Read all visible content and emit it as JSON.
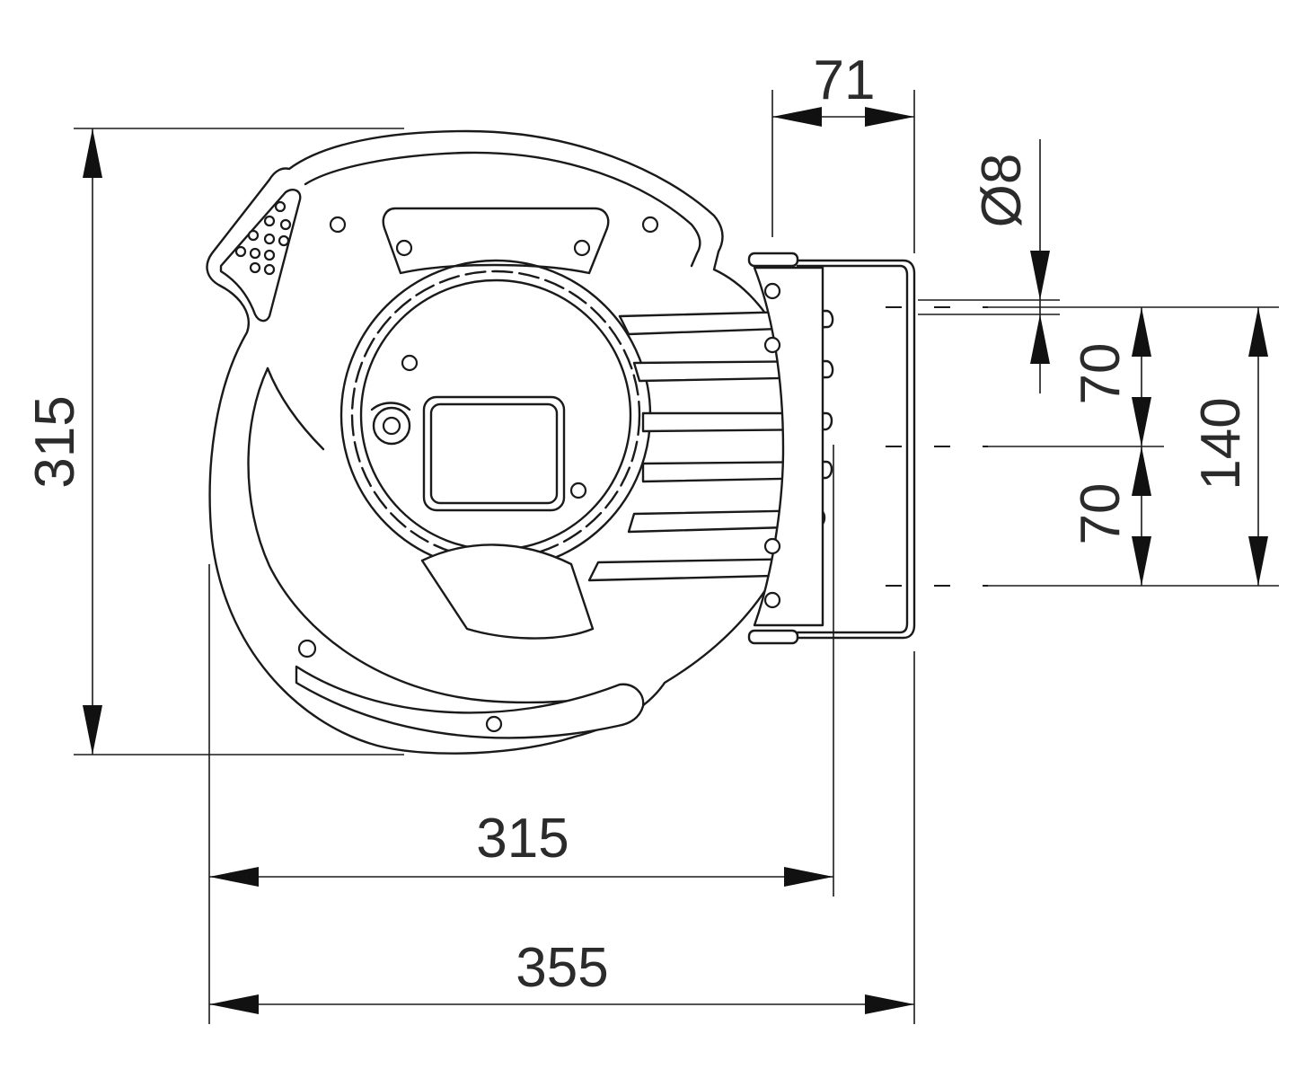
{
  "dimensions": {
    "height_overall": "315",
    "width_body": "315",
    "width_overall": "355",
    "bracket_depth": "71",
    "hole_diameter": "Ø8",
    "hole_spacing_upper": "70",
    "hole_spacing_lower": "70",
    "hole_spacing_total": "140"
  }
}
